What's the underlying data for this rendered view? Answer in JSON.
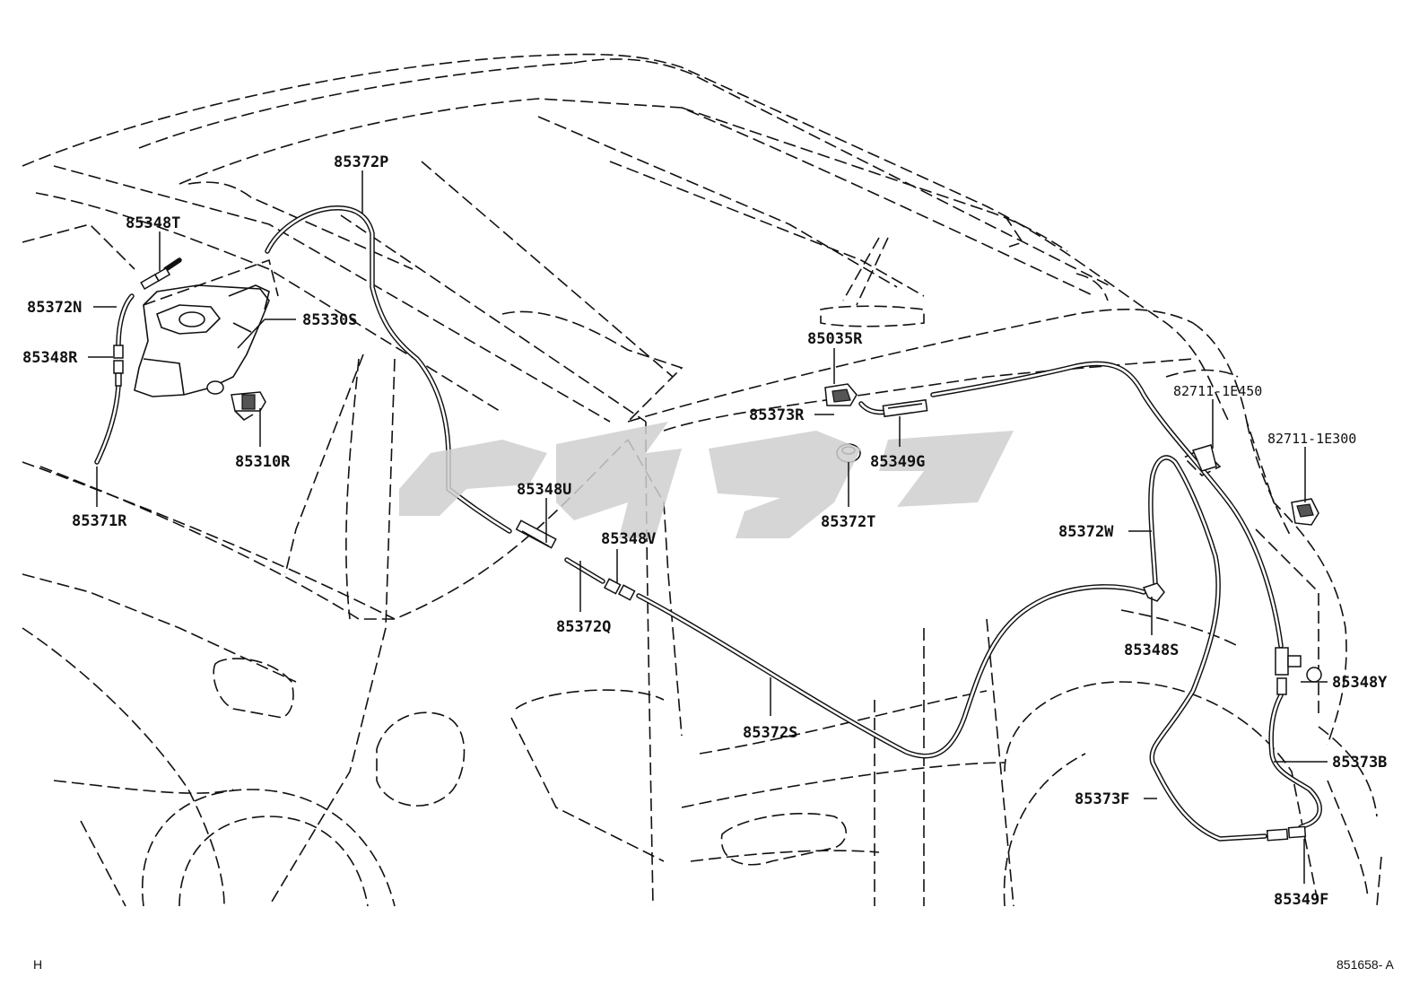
{
  "labels": {
    "p85372P": "85372P",
    "p85348T": "85348T",
    "p85372N": "85372N",
    "p85330S": "85330S",
    "p85348R": "85348R",
    "p85310R": "85310R",
    "p85371R": "85371R",
    "p85035R": "85035R",
    "p85373R": "85373R",
    "p85349G": "85349G",
    "p85372T": "85372T",
    "p85348U": "85348U",
    "p85348V": "85348V",
    "p85372Q": "85372Q",
    "p85372S": "85372S",
    "p82711_1E450": "82711-1E450",
    "p82711_1E300": "82711-1E300",
    "p85372W": "85372W",
    "p85348S": "85348S",
    "p85348Y": "85348Y",
    "p85373B": "85373B",
    "p85373F": "85373F",
    "p85349F": "85349F"
  },
  "footer": {
    "left_mark": "H",
    "figure_id": "851658- A"
  },
  "colors": {
    "line": "#111111",
    "watermark": "#cfcfcf"
  }
}
